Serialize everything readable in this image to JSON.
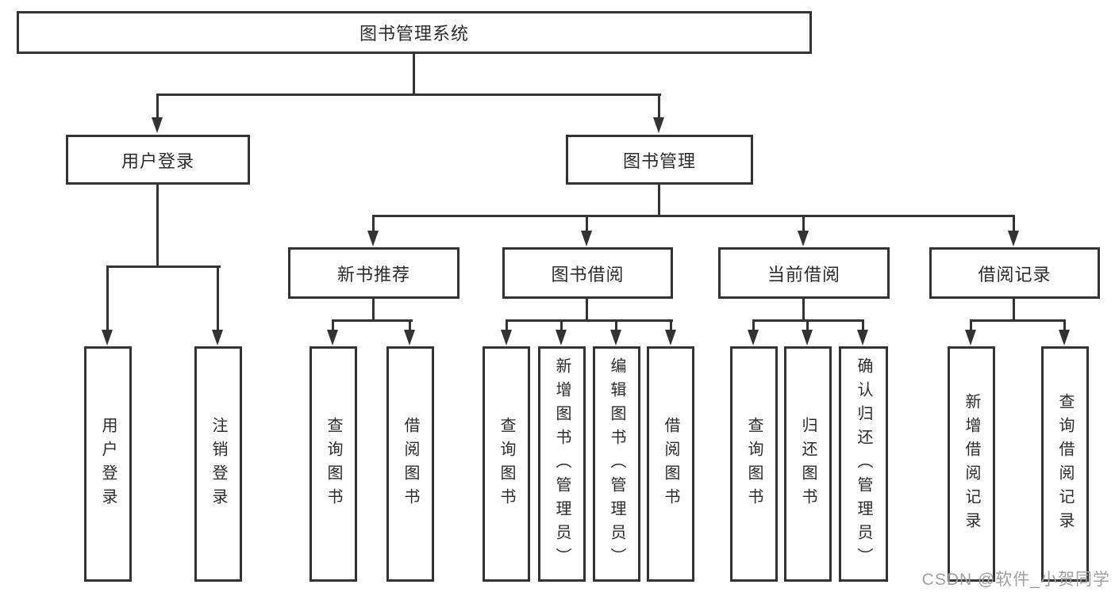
{
  "diagram": {
    "root": {
      "label": "图书管理系统"
    },
    "branches": [
      {
        "label": "用户登录",
        "children": [
          {
            "label": "用户登录"
          },
          {
            "label": "注销登录"
          }
        ]
      },
      {
        "label": "图书管理",
        "children": [
          {
            "label": "新书推荐",
            "children": [
              {
                "label": "查询图书"
              },
              {
                "label": "借阅图书"
              }
            ]
          },
          {
            "label": "图书借阅",
            "children": [
              {
                "label": "查询图书"
              },
              {
                "label": "新增图书（管理员）"
              },
              {
                "label": "编辑图书（管理员）"
              },
              {
                "label": "借阅图书"
              }
            ]
          },
          {
            "label": "当前借阅",
            "children": [
              {
                "label": "查询图书"
              },
              {
                "label": "归还图书"
              },
              {
                "label": "确认归还（管理员）"
              }
            ]
          },
          {
            "label": "借阅记录",
            "children": [
              {
                "label": "新增借阅记录"
              },
              {
                "label": "查询借阅记录"
              }
            ]
          }
        ]
      }
    ]
  },
  "watermark": {
    "text": "CSDN @软件_小贺同学"
  },
  "colors": {
    "line": "#333333",
    "text": "#2b2b2b",
    "watermark": "#9f9f9f",
    "background": "#ffffff"
  }
}
